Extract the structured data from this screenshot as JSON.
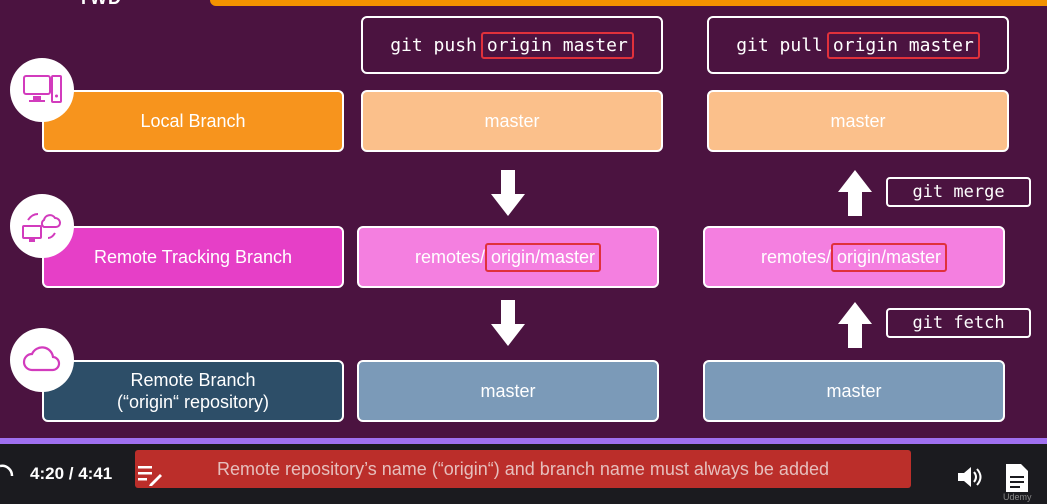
{
  "slide": {
    "title": "TWD",
    "commands": {
      "push": {
        "prefix": "git push",
        "highlight": "origin master"
      },
      "pull": {
        "prefix": "git pull",
        "highlight": "origin master"
      }
    },
    "rows": {
      "local": {
        "label": "Local Branch"
      },
      "remote_tracking": {
        "label": "Remote Tracking Branch"
      },
      "remote": {
        "label_line1": "Remote Branch",
        "label_line2": "(“origin“ repository)"
      }
    },
    "push_column": {
      "local": "master",
      "tracking_prefix": "remotes/",
      "tracking_highlight": "origin/master",
      "remote": "master"
    },
    "pull_column": {
      "local": "master",
      "tracking_prefix": "remotes/",
      "tracking_highlight": "origin/master",
      "remote": "master",
      "merge_label": "git merge",
      "fetch_label": "git fetch"
    }
  },
  "player": {
    "time": "4:20 / 4:41",
    "caption": "Remote repository’s name (“origin“) and branch name must always be added",
    "watermark": "Udemy",
    "icons": [
      "rewind-icon",
      "notes-icon",
      "volume-icon",
      "transcript-icon"
    ]
  },
  "colors": {
    "background": "#4b1340",
    "accent_orange": "#f7941d",
    "magenta": "#e63fc7",
    "remote_navy": "#2d4e68",
    "highlight_red": "#e0313b",
    "progress_purple": "#a070f0"
  }
}
